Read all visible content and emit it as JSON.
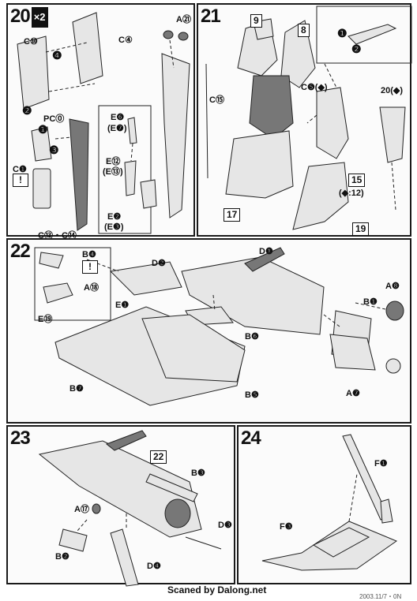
{
  "steps": {
    "s20": {
      "num": "20",
      "mult": "×2",
      "labels": {
        "c10": "C⑩",
        "c4": "C④",
        "a21": "A㉑",
        "pc": "PC⓪",
        "c1": "C❶",
        "e6": "E❻",
        "e7": "(E❼)",
        "e12": "E⑫",
        "e13": "(E⑬)",
        "e2": "E❷",
        "e3": "(E❸)",
        "c13c14": "C⑬・C⑭"
      },
      "markers": {
        "m4": "❹",
        "m2": "❷",
        "m1": "❶",
        "m3": "❸"
      }
    },
    "s21": {
      "num": "21",
      "labels": {
        "p9": "9",
        "p8": "8",
        "c15": "C⑮",
        "c5": "C❺(◆)",
        "p20": "20(◆)",
        "p15": "15",
        "p15b": "(◆:12)",
        "p17": "17",
        "p19": "19"
      },
      "markers": {
        "m1": "❶",
        "m2": "❷"
      }
    },
    "s22": {
      "num": "22",
      "labels": {
        "d2": "D❷",
        "d1": "D❶",
        "b4": "B❹",
        "a18": "A⑱",
        "a8": "A❽",
        "e1": "E❶",
        "b1": "B❶",
        "e19": "E⑲",
        "b6": "B❻",
        "b7": "B❼",
        "b5": "B❺",
        "a7": "A❼"
      }
    },
    "s23": {
      "num": "23",
      "labels": {
        "p22": "22",
        "b3": "B❸",
        "a17": "A⑰",
        "d3": "D❸",
        "b2": "B❷",
        "d4": "D❹"
      }
    },
    "s24": {
      "num": "24",
      "labels": {
        "f1": "F❶",
        "f3": "F❸"
      }
    }
  },
  "footer": {
    "credit": "Scaned by Dalong.net",
    "date": "2003.11/7・0N"
  }
}
